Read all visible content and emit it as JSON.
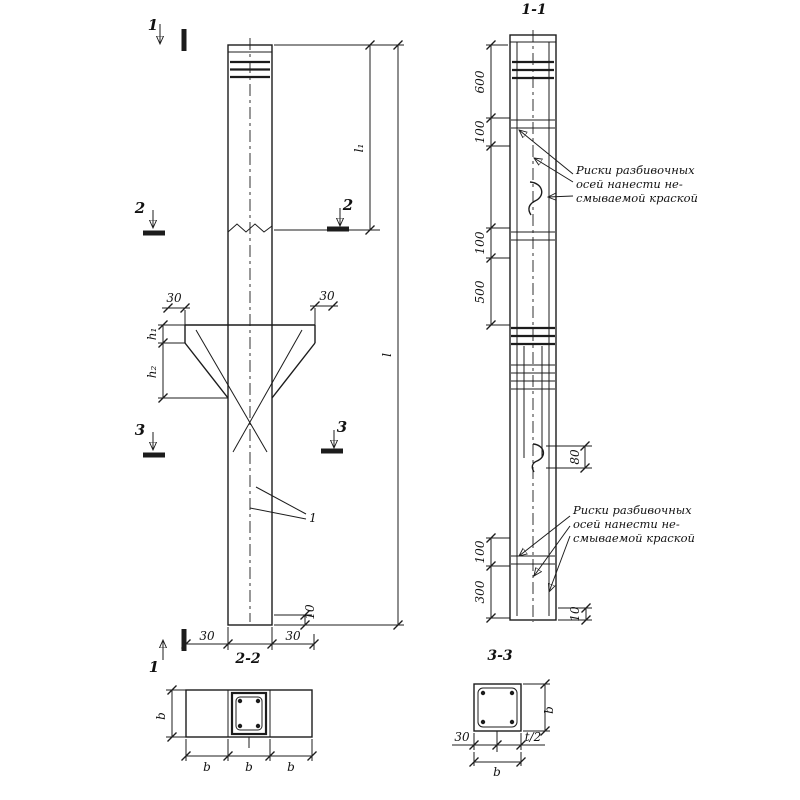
{
  "page": {
    "background": "#ffffff",
    "ink": "#1c1c1c"
  },
  "cut_marks": {
    "one": "1",
    "two": "2",
    "three": "3"
  },
  "views": {
    "v11": "1-1",
    "v22": "2-2",
    "v33": "3-3"
  },
  "callouts": {
    "part1": "1"
  },
  "dims": {
    "d30": "30",
    "d10": "10",
    "d80": "80",
    "d100": "100",
    "d300": "300",
    "d500": "500",
    "d600": "600",
    "l1": "l₁",
    "l": "l",
    "h1": "h₁",
    "h2": "h₂",
    "b": "b",
    "t_half": "t/2"
  },
  "annotation": {
    "line1": "Риски разбивочных",
    "line2": "осей нанести не-",
    "line3": "смываемой краской"
  }
}
